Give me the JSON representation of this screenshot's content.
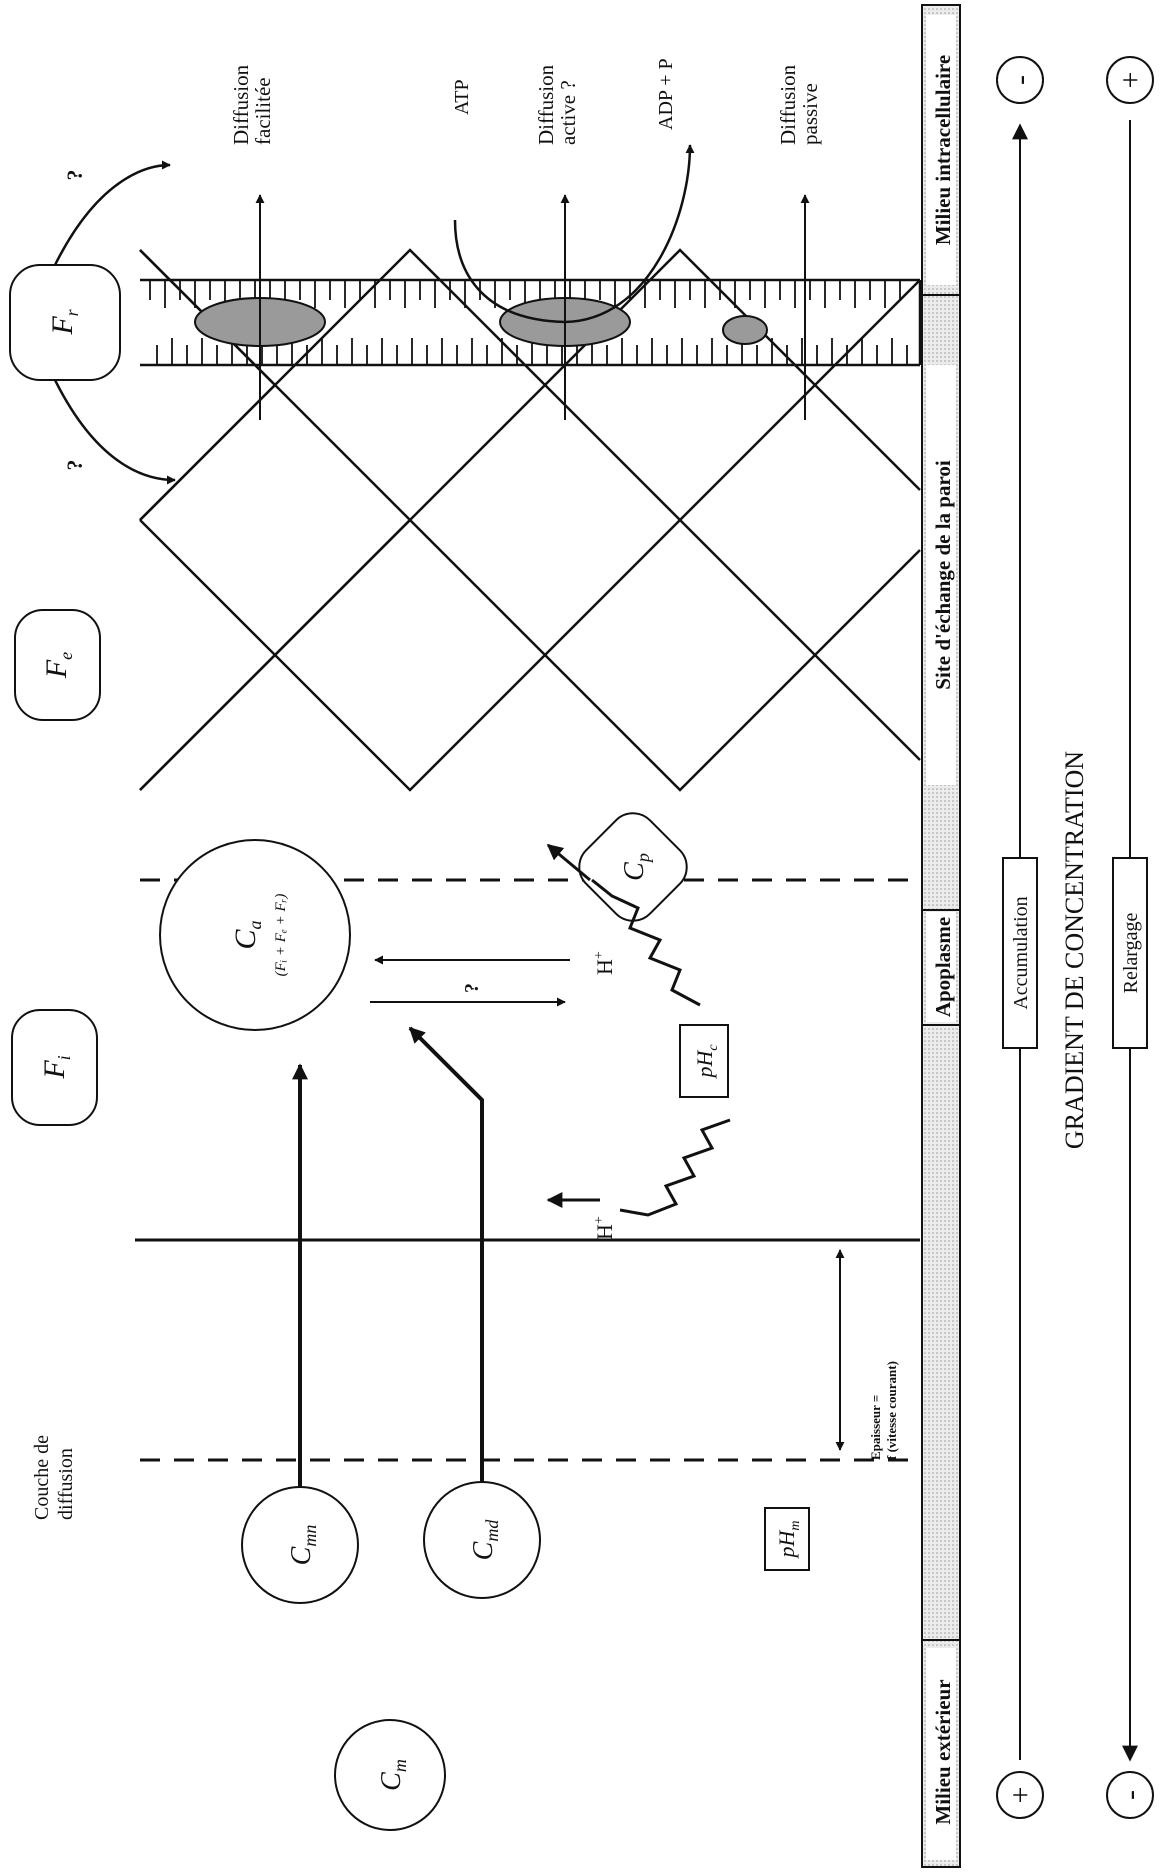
{
  "labels": {
    "milieu_exterieur": "Milieu extérieur",
    "apoplasme": "Apoplasme",
    "site_echange": "Site d'échange de la paroi",
    "milieu_intracellulaire": "Milieu intracellulaire",
    "couche_diffusion_1": "Couche de",
    "couche_diffusion_2": "diffusion",
    "epaisseur_1": "Epaisseur =",
    "epaisseur_2": "f (vitesse courant)",
    "diffusion_facilitee_1": "Diffusion",
    "diffusion_facilitee_2": "facilitée",
    "diffusion_active_1": "Diffusion",
    "diffusion_active_2": "active ?",
    "diffusion_passive_1": "Diffusion",
    "diffusion_passive_2": "passive",
    "atp": "ATP",
    "adp": "ADP + P",
    "question": "?",
    "h_plus": "H",
    "plus": "+",
    "gradient": "GRADIENT DE CONCENTRATION",
    "accumulation": "Accumulation",
    "relargage": "Relargage",
    "sign_plus": "+",
    "sign_minus": "-"
  },
  "symbols": {
    "cm": {
      "base": "C",
      "sub": "m"
    },
    "cmn": {
      "base": "C",
      "sub": "mn"
    },
    "cmd": {
      "base": "C",
      "sub": "md"
    },
    "ca": {
      "base": "C",
      "sub": "a"
    },
    "ca_formula": "(Fᵢ + Fₑ + Fᵣ)",
    "cp": {
      "base": "C",
      "sub": "p"
    },
    "fi": {
      "base": "F",
      "sub": "i"
    },
    "fe": {
      "base": "F",
      "sub": "e"
    },
    "fr": {
      "base": "F",
      "sub": "r"
    },
    "phm": {
      "base": "pH",
      "sub": "m"
    },
    "phc": {
      "base": "pH",
      "sub": "c"
    }
  },
  "colors": {
    "ink": "#111111",
    "stipple": "#d8d8d8",
    "protein_fill": "#9a9a9a"
  }
}
